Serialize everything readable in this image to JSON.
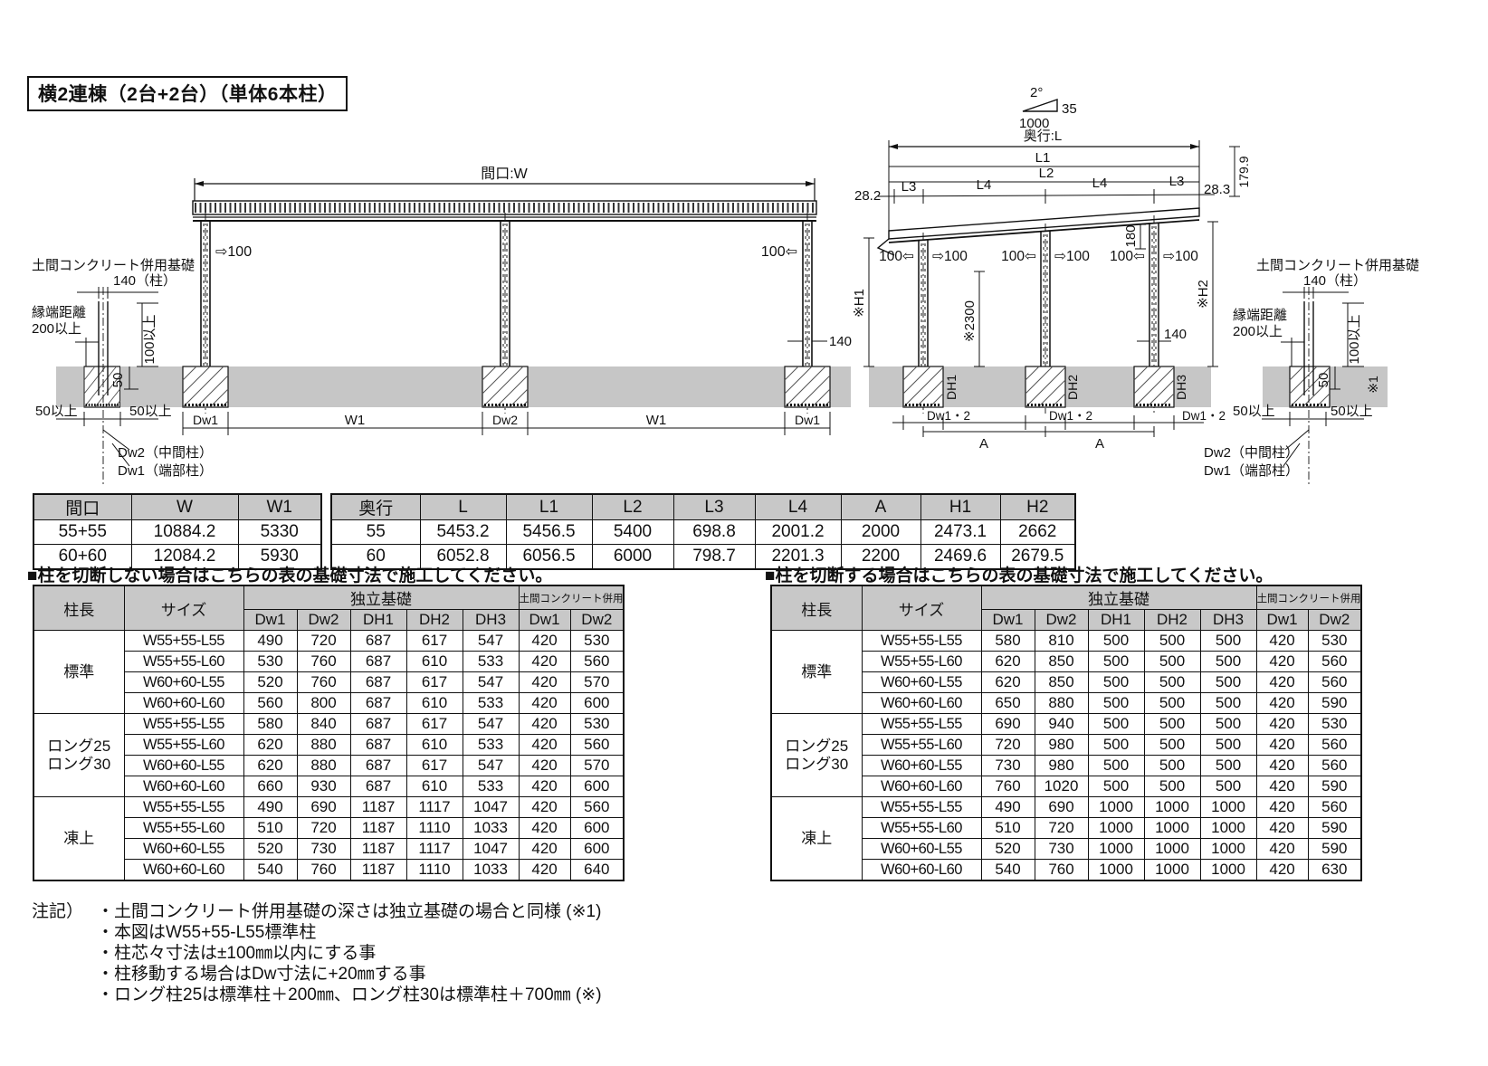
{
  "title": "横2連棟（2台+2台）（単体6本柱）",
  "front_view": {
    "span_label": "間口:W",
    "offset_left": "⇨100",
    "offset_right": "100⇦",
    "col_width": "140",
    "bottom_dims": [
      "Dw1",
      "W1",
      "Dw2",
      "W1",
      "Dw1"
    ],
    "detail": {
      "foundation": "土間コンクリート併用基礎",
      "pillar": "140（柱）",
      "edge1": "縁端距離",
      "edge2": "200以上",
      "min100": "100以上",
      "d50": "50",
      "min50a": "50以上",
      "min50b": "50以上",
      "dw2": "Dw2（中間柱）",
      "dw1": "Dw1（端部柱）"
    }
  },
  "side_view": {
    "slope_deg": "2°",
    "slope_rise": "35",
    "slope_run": "1000",
    "depth": "奥行:L",
    "l1": "L1",
    "l2": "L2",
    "l3a": "L3",
    "l4a": "L4",
    "l4b": "L4",
    "l3b": "L3",
    "d282": "28.2",
    "d283": "28.3",
    "d1799": "179.9",
    "d180": "180",
    "offsets": [
      "100⇦",
      "⇨100",
      "100⇦",
      "⇨100",
      "100⇦",
      "⇨100"
    ],
    "h1": "※H1",
    "v2300": "※2300",
    "h2": "※H2",
    "d140": "140",
    "dh": [
      "DH1",
      "DH2",
      "DH3"
    ],
    "dw12": [
      "Dw1・2",
      "Dw1・2",
      "Dw1・2"
    ],
    "a": [
      "A",
      "A"
    ],
    "detail": {
      "foundation": "土間コンクリート併用基礎",
      "pillar": "140（柱）",
      "edge1": "縁端距離",
      "edge2": "200以上",
      "min100": "100以上",
      "star1": "※1",
      "d50": "50",
      "min50a": "50以上",
      "min50b": "50以上",
      "dw2": "Dw2（中間柱）",
      "dw1": "Dw1（端部柱）"
    }
  },
  "span_table": {
    "headers": [
      "間口",
      "W",
      "W1"
    ],
    "rows": [
      [
        "55+55",
        "10884.2",
        "5330"
      ],
      [
        "60+60",
        "12084.2",
        "5930"
      ]
    ]
  },
  "depth_table": {
    "headers": [
      "奥行",
      "L",
      "L1",
      "L2",
      "L3",
      "L4",
      "A",
      "H1",
      "H2"
    ],
    "rows": [
      [
        "55",
        "5453.2",
        "5456.5",
        "5400",
        "698.8",
        "2001.2",
        "2000",
        "2473.1",
        "2662"
      ],
      [
        "60",
        "6052.8",
        "6056.5",
        "6000",
        "798.7",
        "2201.3",
        "2200",
        "2469.6",
        "2679.5"
      ]
    ]
  },
  "foundation_left": {
    "caption": "■柱を切断しない場合はこちらの表の基礎寸法で施工してください。",
    "col_pillar": "柱長",
    "col_size": "サイズ",
    "group_independent": "独立基礎",
    "group_concrete": "土間コンクリート併用基礎",
    "subheaders": [
      "Dw1",
      "Dw2",
      "DH1",
      "DH2",
      "DH3",
      "Dw1",
      "Dw2"
    ],
    "groups": [
      {
        "label": "標準",
        "rows": [
          {
            "size": "W55+55-L55",
            "values": [
              "490",
              "720",
              "687",
              "617",
              "547",
              "420",
              "530"
            ]
          },
          {
            "size": "W55+55-L60",
            "values": [
              "530",
              "760",
              "687",
              "610",
              "533",
              "420",
              "560"
            ]
          },
          {
            "size": "W60+60-L55",
            "values": [
              "520",
              "760",
              "687",
              "617",
              "547",
              "420",
              "570"
            ]
          },
          {
            "size": "W60+60-L60",
            "values": [
              "560",
              "800",
              "687",
              "610",
              "533",
              "420",
              "600"
            ]
          }
        ]
      },
      {
        "label": "ロング25\nロング30",
        "rows": [
          {
            "size": "W55+55-L55",
            "values": [
              "580",
              "840",
              "687",
              "617",
              "547",
              "420",
              "530"
            ]
          },
          {
            "size": "W55+55-L60",
            "values": [
              "620",
              "880",
              "687",
              "610",
              "533",
              "420",
              "560"
            ]
          },
          {
            "size": "W60+60-L55",
            "values": [
              "620",
              "880",
              "687",
              "617",
              "547",
              "420",
              "570"
            ]
          },
          {
            "size": "W60+60-L60",
            "values": [
              "660",
              "930",
              "687",
              "610",
              "533",
              "420",
              "600"
            ]
          }
        ]
      },
      {
        "label": "凍上",
        "rows": [
          {
            "size": "W55+55-L55",
            "values": [
              "490",
              "690",
              "1187",
              "1117",
              "1047",
              "420",
              "560"
            ]
          },
          {
            "size": "W55+55-L60",
            "values": [
              "510",
              "720",
              "1187",
              "1110",
              "1033",
              "420",
              "600"
            ]
          },
          {
            "size": "W60+60-L55",
            "values": [
              "520",
              "730",
              "1187",
              "1117",
              "1047",
              "420",
              "600"
            ]
          },
          {
            "size": "W60+60-L60",
            "values": [
              "540",
              "760",
              "1187",
              "1110",
              "1033",
              "420",
              "640"
            ]
          }
        ]
      }
    ]
  },
  "foundation_right": {
    "caption": "■柱を切断する場合はこちらの表の基礎寸法で施工してください。",
    "col_pillar": "柱長",
    "col_size": "サイズ",
    "group_independent": "独立基礎",
    "group_concrete": "土間コンクリート併用基礎",
    "subheaders": [
      "Dw1",
      "Dw2",
      "DH1",
      "DH2",
      "DH3",
      "Dw1",
      "Dw2"
    ],
    "groups": [
      {
        "label": "標準",
        "rows": [
          {
            "size": "W55+55-L55",
            "values": [
              "580",
              "810",
              "500",
              "500",
              "500",
              "420",
              "530"
            ]
          },
          {
            "size": "W55+55-L60",
            "values": [
              "620",
              "850",
              "500",
              "500",
              "500",
              "420",
              "560"
            ]
          },
          {
            "size": "W60+60-L55",
            "values": [
              "620",
              "850",
              "500",
              "500",
              "500",
              "420",
              "560"
            ]
          },
          {
            "size": "W60+60-L60",
            "values": [
              "650",
              "880",
              "500",
              "500",
              "500",
              "420",
              "590"
            ]
          }
        ]
      },
      {
        "label": "ロング25\nロング30",
        "rows": [
          {
            "size": "W55+55-L55",
            "values": [
              "690",
              "940",
              "500",
              "500",
              "500",
              "420",
              "530"
            ]
          },
          {
            "size": "W55+55-L60",
            "values": [
              "720",
              "980",
              "500",
              "500",
              "500",
              "420",
              "560"
            ]
          },
          {
            "size": "W60+60-L55",
            "values": [
              "730",
              "980",
              "500",
              "500",
              "500",
              "420",
              "560"
            ]
          },
          {
            "size": "W60+60-L60",
            "values": [
              "760",
              "1020",
              "500",
              "500",
              "500",
              "420",
              "590"
            ]
          }
        ]
      },
      {
        "label": "凍上",
        "rows": [
          {
            "size": "W55+55-L55",
            "values": [
              "490",
              "690",
              "1000",
              "1000",
              "1000",
              "420",
              "560"
            ]
          },
          {
            "size": "W55+55-L60",
            "values": [
              "510",
              "720",
              "1000",
              "1000",
              "1000",
              "420",
              "590"
            ]
          },
          {
            "size": "W60+60-L55",
            "values": [
              "520",
              "730",
              "1000",
              "1000",
              "1000",
              "420",
              "590"
            ]
          },
          {
            "size": "W60+60-L60",
            "values": [
              "540",
              "760",
              "1000",
              "1000",
              "1000",
              "420",
              "630"
            ]
          }
        ]
      }
    ]
  },
  "notes": {
    "label": "注記）",
    "items": [
      "・土間コンクリート併用基礎の深さは独立基礎の場合と同様 (※1)",
      "・本図はW55+55-L55標準柱",
      "・柱芯々寸法は±100㎜以内にする事",
      "・柱移動する場合はDw寸法に+20㎜する事",
      "・ロング柱25は標準柱＋200㎜、ロング柱30は標準柱＋700㎜ (※)"
    ]
  }
}
